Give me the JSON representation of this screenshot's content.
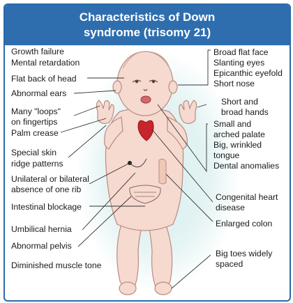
{
  "title": {
    "line1": "Characteristics of Down",
    "line2": "syndrome (trisomy 21)"
  },
  "left_labels": {
    "growth": "Growth failure",
    "mental": "Mental retardation",
    "flat_head": "Flat back of head",
    "ears": "Abnormal ears",
    "loops_1": "Many \"loops\"",
    "loops_2": "on fingertips",
    "palm": "Palm crease",
    "ridge_1": "Special skin",
    "ridge_2": "ridge patterns",
    "rib_1": "Unilateral or bilateral",
    "rib_2": "absence of one rib",
    "intestine": "Intestinal blockage",
    "hernia": "Umbilical hernia",
    "pelvis": "Abnormal pelvis",
    "muscle": "Diminished muscle tone"
  },
  "right_labels": {
    "face_1": "Broad flat face",
    "face_2": "Slanting eyes",
    "face_3": "Epicanthic eyefold",
    "face_4": "Short nose",
    "hands_1": "Short and",
    "hands_2": "broad hands",
    "palate_1": "Small and",
    "palate_2": "arched palate",
    "tongue_1": "Big, wrinkled",
    "tongue_2": "tongue",
    "dental": "Dental anomalies",
    "heart_1": "Congenital heart",
    "heart_2": "disease",
    "colon": "Enlarged colon",
    "toes_1": "Big toes widely",
    "toes_2": "spaced"
  },
  "colors": {
    "header": "#2e6eae",
    "border": "#2a6aa8",
    "skin": "#f6d9cf",
    "skin_outline": "#b88c80",
    "heart": "#c8242c",
    "background_glow": "#d8eff0"
  }
}
